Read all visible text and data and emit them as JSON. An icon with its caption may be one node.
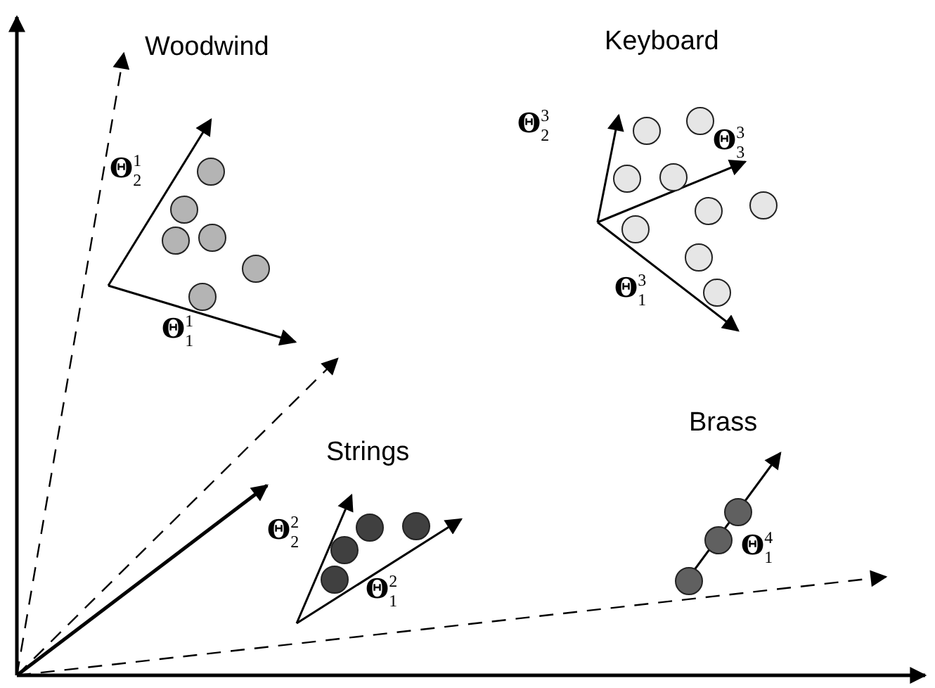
{
  "diagram": {
    "labels": [
      "Woodwind",
      "Θ$^{1}$$_{2}$",
      "Θ$^{1}$$_{1}$",
      "Keyboard",
      "Θ$^{3}$$_{2}$",
      "Θ$^{3}$$_{3}$",
      "Θ$^{3}$$_{1}$",
      "Strings",
      "Θ$^{2}$$_{2}$",
      "Θ$^{2}$$_{1}$",
      "Brass",
      "Θ$^{4}$$_{1}$"
    ]
  }
}
